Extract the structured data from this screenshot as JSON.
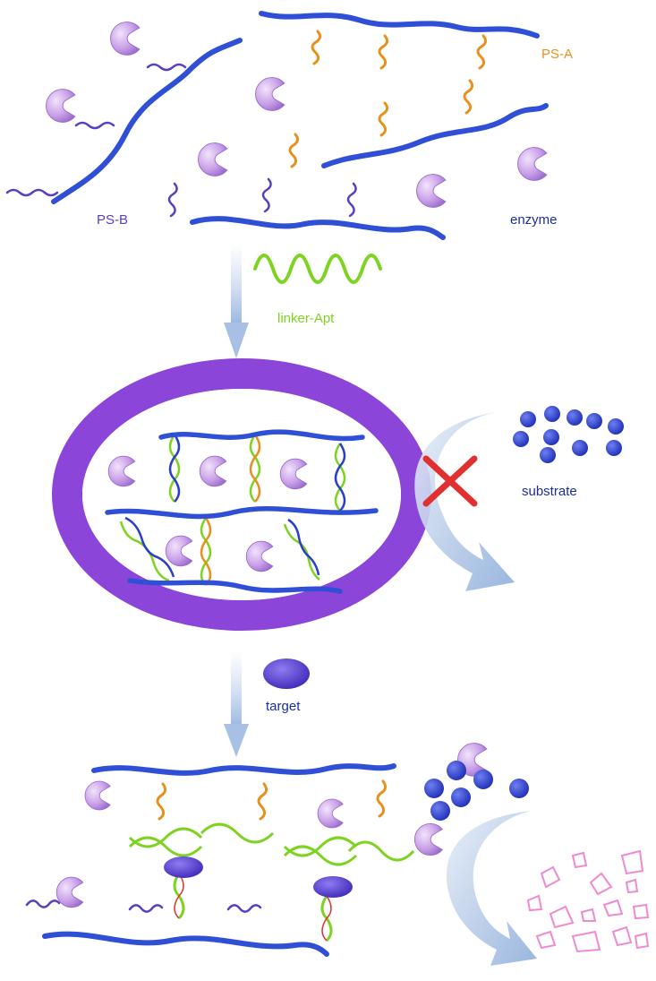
{
  "labels": {
    "ps_a": "PS-A",
    "ps_b": "PS-B",
    "enzyme": "enzyme",
    "linker": "linker-Apt",
    "substrate": "substrate",
    "target": "target"
  },
  "colors": {
    "polymer": "#2f4fd6",
    "polymer_dark": "#1a2f9e",
    "ps_a_strand": "#e8901e",
    "ps_b_strand": "#5a3fc0",
    "linker": "#7ed321",
    "enzyme": "#c9a0e8",
    "enzyme_dark": "#8f62c4",
    "ring": "#8b45d8",
    "arrow": "#b9cdea",
    "substrate_dot": "#2d3ccc",
    "block": "#e03030",
    "product": "#f08ad0",
    "target_shape": "#5b3fd0"
  }
}
